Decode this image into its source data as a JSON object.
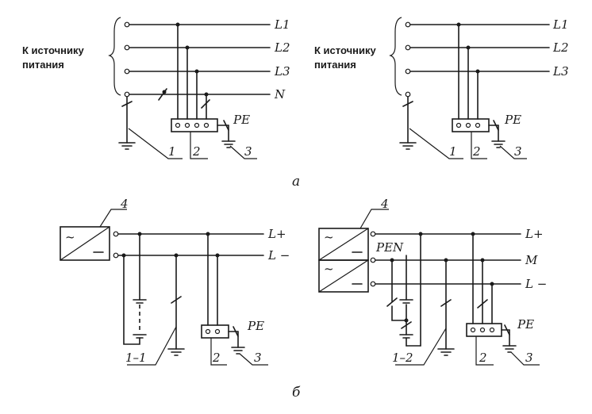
{
  "source_label_line1": "К источнику",
  "source_label_line2": "питания",
  "phases_ac": {
    "l1": "L1",
    "l2": "L2",
    "l3": "L3",
    "n": "N"
  },
  "phases_dc": {
    "lplus": "L+",
    "m": "M",
    "lminus": "L −"
  },
  "pe": "PE",
  "pen": "PEN",
  "callouts": {
    "c1": "1",
    "c2": "2",
    "c3": "3",
    "c4": "4",
    "c11": "1–1",
    "c12": "1–2"
  },
  "captions": {
    "a": "а",
    "b": "б"
  },
  "dc_symbol": "~"
}
